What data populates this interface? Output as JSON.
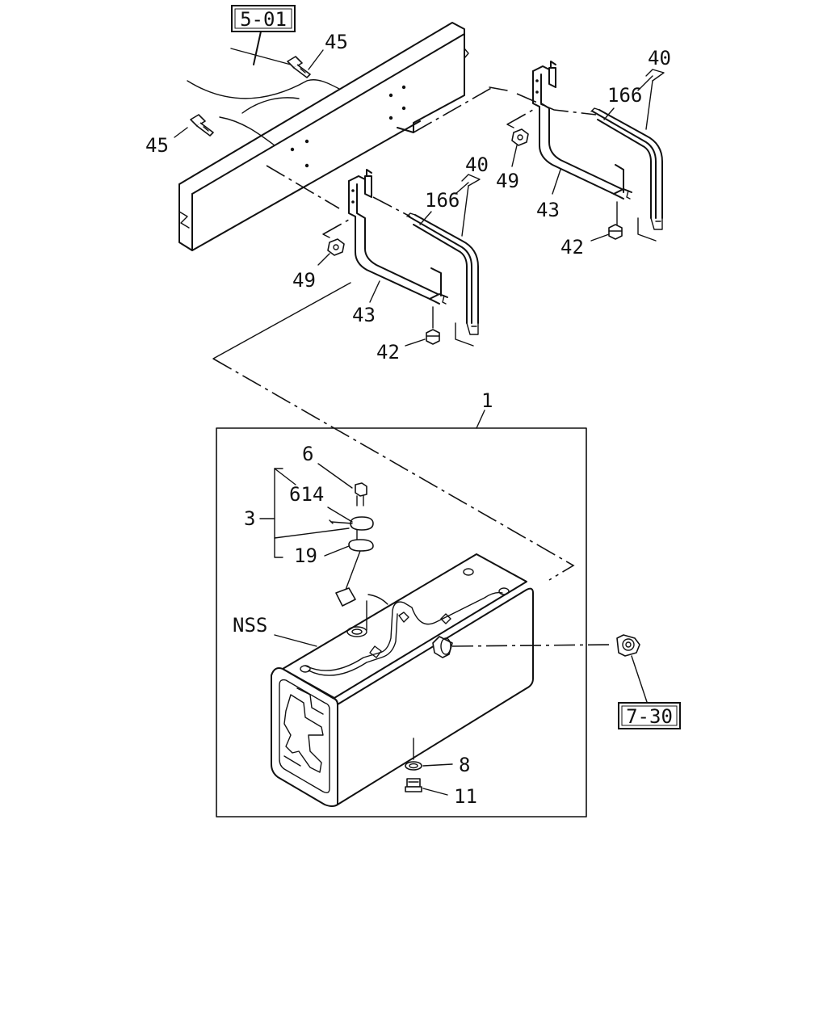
{
  "labels": {
    "ref_frame": "5-01",
    "ref_fuel": "7-30",
    "bolt_left": "45",
    "bolt_top": "45",
    "bracket_assy_right": "40",
    "bracket_assy_left": "40",
    "band_right": "166",
    "band_left": "166",
    "nut_49_right": "49",
    "nut_49_left": "49",
    "bracket_43_right": "43",
    "bracket_43_left": "43",
    "nut_42_right": "42",
    "nut_42_left": "42",
    "tank_assy": "1",
    "screw_6": "6",
    "gasket_614": "614",
    "unit_3": "3",
    "gauge_19": "19",
    "nss": "NSS",
    "washer_8": "8",
    "plug_11": "11"
  },
  "icons": {
    "frame_rail": "frame-rail-drawing",
    "fuel_tank": "fuel-tank-drawing",
    "bracket": "tank-bracket-drawing",
    "sender": "fuel-sender-unit-drawing"
  }
}
